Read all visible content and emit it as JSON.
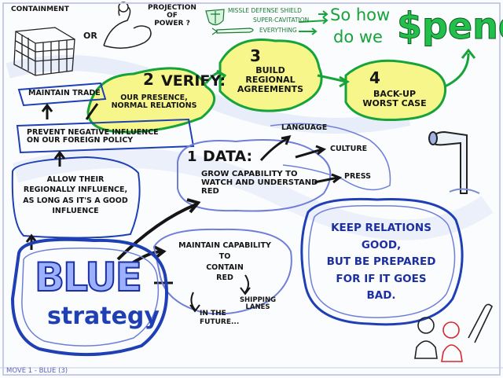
{
  "top": {
    "containment": "Containment",
    "or": "or",
    "projection": "Projection\nof\nPower ?",
    "tech_list": [
      "Missle Defense Shield",
      "Super-Cavitation",
      "Everything"
    ],
    "how_spend_line1": "So how",
    "how_spend_line2": "do we",
    "spend": "$pend?"
  },
  "steps": {
    "s1_number": "1",
    "s1_label": "Data:",
    "s1_text": "Grow capability to\nwatch and understand\nred",
    "s2_number": "2",
    "s2_label": "Verify:",
    "s2_text": "Our presence,\nNormal relations",
    "s3_number": "3",
    "s3_text": "Build\nRegional\nAgreements",
    "s4_number": "4",
    "s4_text": "Back-up\nWorst case"
  },
  "data_branches": [
    "Language",
    "Culture",
    "Press"
  ],
  "left_chain": {
    "maintain_trade": "Maintain trade",
    "prevent": "Prevent negative influence\non our foreign policy",
    "allow": "Allow their\nregionally influence,\nas long as it's a good\ninfluence"
  },
  "blue_strategy": {
    "blue": "BLUE",
    "strategy": "strategy"
  },
  "contain": {
    "text": "Maintain capability\nto\ncontain\nred",
    "shipping": "Shipping\nlanes",
    "future": "In the\nfuture..."
  },
  "keep_relations": "Keep Relations\nGood,\nbut be prepared\nfor if it goes\nBad.",
  "footer": "Move 1 - Blue (3)",
  "colors": {
    "blue_ink": "#1f3fb5",
    "green_ink": "#16a33a",
    "yellow_highlight": "#f3f25a",
    "cloud_outline": "#6f7fd8",
    "dark_ink": "#151515"
  }
}
